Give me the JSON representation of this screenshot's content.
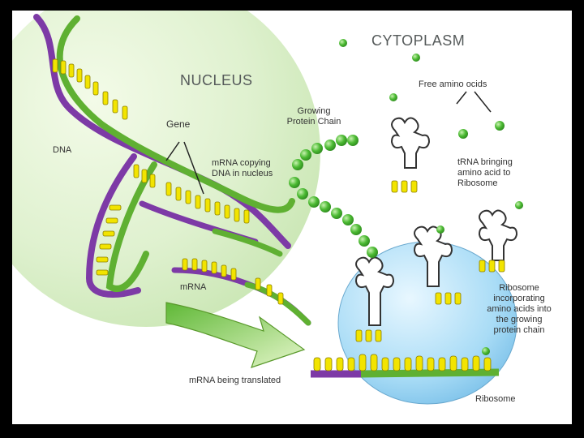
{
  "labels": {
    "cytoplasm": "CYTOPLASM",
    "nucleus": "NUCLEUS",
    "free_amino_acids": "Free amino ocids",
    "growing_chain_1": "Growing",
    "growing_chain_2": "Protein Chain",
    "gene": "Gene",
    "dna": "DNA",
    "mrna_copying_1": "mRNA copying",
    "mrna_copying_2": "DNA in nucleus",
    "trna_1": "tRNA bringing",
    "trna_2": "amino acid to",
    "trna_3": "Ribosome",
    "mrna": "mRNA",
    "ribosome_inc_1": "Ribosome",
    "ribosome_inc_2": "incorporating",
    "ribosome_inc_3": "amino acids into",
    "ribosome_inc_4": "the growing",
    "ribosome_inc_5": "protein chain",
    "mrna_translated": "mRNA being translated",
    "ribosome": "Ribosome"
  },
  "colors": {
    "background": "#000000",
    "nucleus": "#d8efc8",
    "amino_acid": "#3faa2a",
    "dna_purple": "#7d3aa6",
    "dna_green": "#5fb032",
    "base_yellow": "#f2e400",
    "ribosome_blue": "#9fd4f2",
    "arrow_green": "#8ed24c"
  }
}
